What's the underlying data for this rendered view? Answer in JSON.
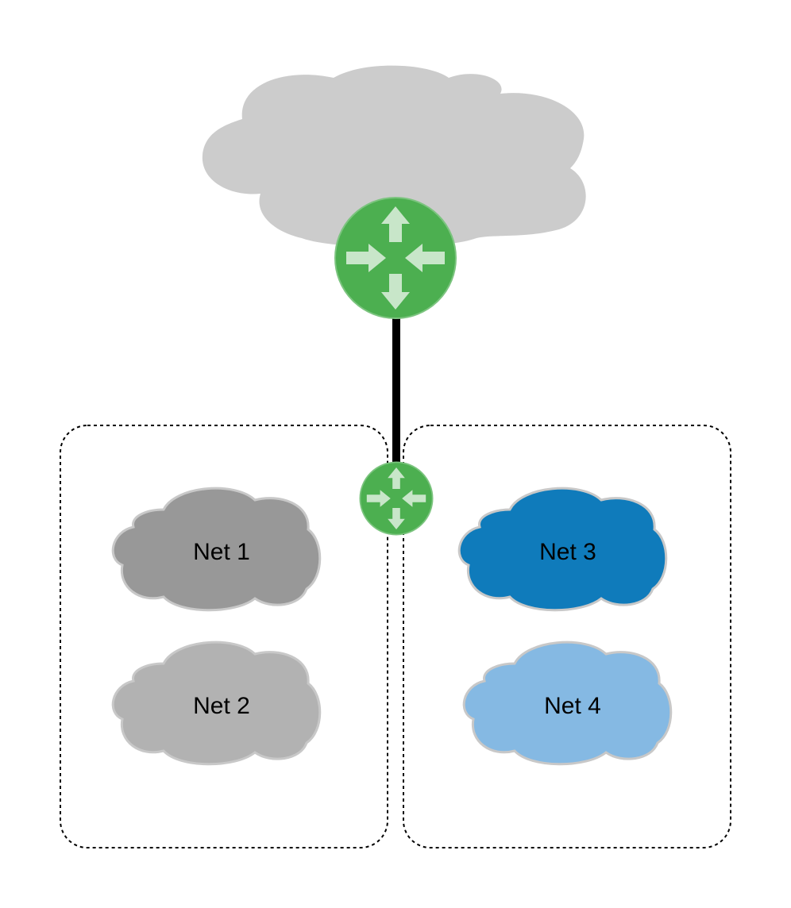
{
  "networks": [
    {
      "label": "Net 1",
      "color": "#989898"
    },
    {
      "label": "Net 2",
      "color": "#b2b2b2"
    },
    {
      "label": "Net 3",
      "color": "#0f7bbb"
    },
    {
      "label": "Net 4",
      "color": "#85b9e3"
    }
  ],
  "colors": {
    "internet_cloud": "#cccccc",
    "cloud_outline": "#c8c8c8",
    "router_fill": "#4caf50",
    "router_arrows": "#c8e6c9",
    "link": "#000000",
    "group_border": "#000000"
  },
  "icons": {
    "internet": "cloud-icon",
    "router": "router-icon"
  }
}
